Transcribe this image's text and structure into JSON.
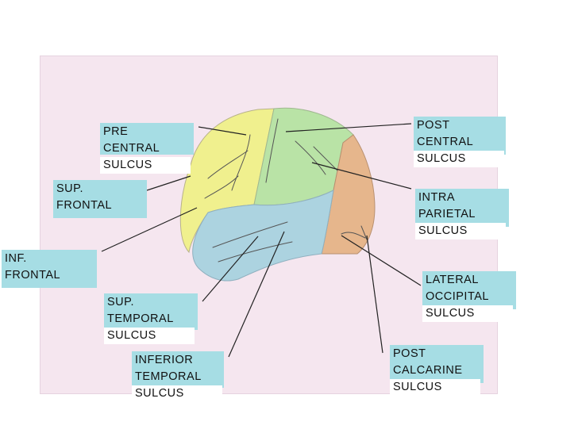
{
  "labels": {
    "pre_central": [
      "PRE",
      "CENTRAL",
      "SULCUS"
    ],
    "sup_frontal": [
      "SUP.",
      "FRONTAL"
    ],
    "inf_frontal": [
      "INF.",
      "FRONTAL"
    ],
    "sup_temporal": [
      "SUP.",
      "TEMPORAL",
      "SULCUS"
    ],
    "inferior_temporal": [
      "INFERIOR",
      "TEMPORAL",
      "SULCUS"
    ],
    "post_central": [
      "POST",
      "CENTRAL",
      "SULCUS"
    ],
    "intra_parietal": [
      "INTRA",
      "PARIETAL",
      "SULCUS"
    ],
    "lateral_occipital": [
      "LATERAL",
      "OCCIPITAL",
      "SULCUS"
    ],
    "post_calcarine": [
      "POST",
      "CALCARINE",
      "SULCUS"
    ]
  },
  "colors": {
    "label_bg": "#a6dde4",
    "paper": "#f5e6ef",
    "frontal_lobe": "#f0f08e",
    "parietal_lobe": "#b9e3a6",
    "occipital_lobe": "#e6b68c",
    "temporal_lobe": "#acd3e0",
    "leader_line": "#222222"
  }
}
